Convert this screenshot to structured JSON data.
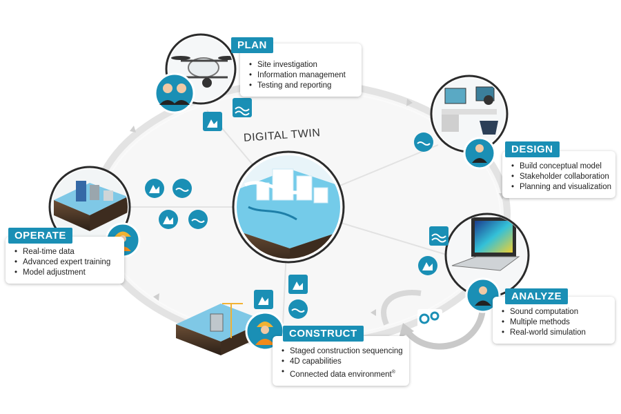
{
  "center": {
    "label": "DIGITAL TWIN"
  },
  "phases": {
    "plan": {
      "title": "PLAN",
      "items": [
        "Site investigation",
        "Information management",
        "Testing and reporting"
      ]
    },
    "design": {
      "title": "DESIGN",
      "items": [
        "Build conceptual model",
        "Stakeholder collaboration",
        "Planning and visualization"
      ]
    },
    "analyze": {
      "title": "ANALYZE",
      "items": [
        "Sound computation",
        "Multiple methods",
        "Real-world simulation"
      ]
    },
    "construct": {
      "title": "CONSTRUCT",
      "items": [
        "Staged construction sequencing",
        "4D capabilities",
        "Connected data environment"
      ],
      "last_item_mark": "®"
    },
    "operate": {
      "title": "OPERATE",
      "items": [
        "Real-time data",
        "Advanced expert training",
        "Model adjustment"
      ]
    }
  },
  "colors": {
    "accent": "#1a8fb5",
    "icon_bg": "#1a8fb5",
    "cycle_ring": "#e6e6e6",
    "arrow": "#cfcfcf"
  },
  "icons": [
    "drone-icon",
    "people-icon",
    "water-building-icon",
    "wave-icon",
    "gear-icon",
    "computer-icon",
    "laptop-icon",
    "worker-icon"
  ]
}
